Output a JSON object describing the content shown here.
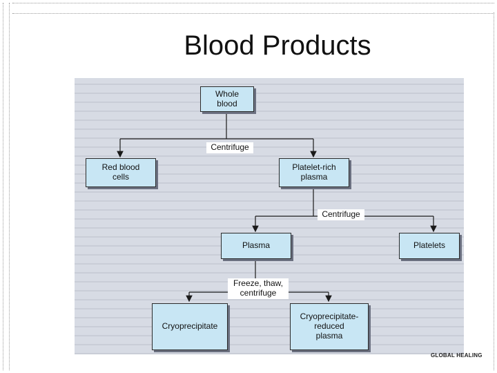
{
  "slide": {
    "title": "Blood Products",
    "logo_text": "GLOBAL HEALING"
  },
  "diagram": {
    "nodes": {
      "whole_blood": "Whole\nblood",
      "red_blood_cells": "Red blood\ncells",
      "platelet_rich_plasma": "Platelet-rich\nplasma",
      "plasma": "Plasma",
      "platelets": "Platelets",
      "cryoprecipitate": "Cryoprecipitate",
      "cryo_reduced_plasma": "Cryoprecipitate-\nreduced\nplasma"
    },
    "steps": {
      "centrifuge_1": "Centrifuge",
      "centrifuge_2": "Centrifuge",
      "freeze_thaw": "Freeze, thaw,\ncentrifuge"
    }
  },
  "colors": {
    "node_fill": "#c8e6f4",
    "figure_background": "#d7dbe4"
  }
}
